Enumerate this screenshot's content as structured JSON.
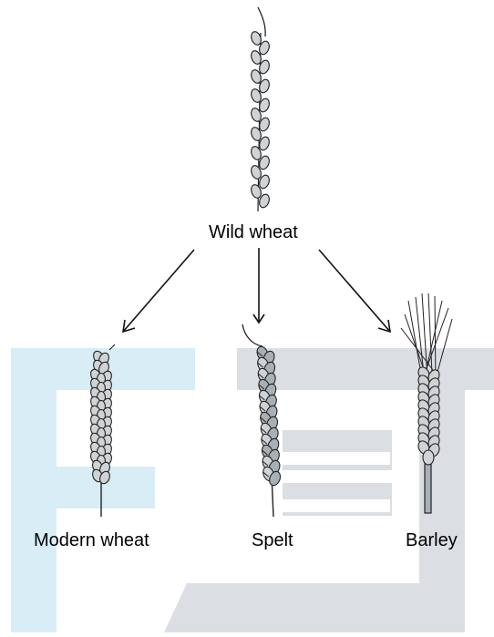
{
  "diagram": {
    "source": {
      "label": "Wild wheat"
    },
    "targets": [
      {
        "id": "modern",
        "label": "Modern wheat"
      },
      {
        "id": "spelt",
        "label": "Spelt"
      },
      {
        "id": "barley",
        "label": "Barley"
      }
    ]
  },
  "colors": {
    "watermark_blue": "#d8edf5",
    "watermark_gray": "#dbdfe4",
    "grain_fill": "#cfd3d6",
    "grain_fill_dark": "#a9b0b5",
    "outline": "#222222",
    "arrow": "#111111"
  }
}
